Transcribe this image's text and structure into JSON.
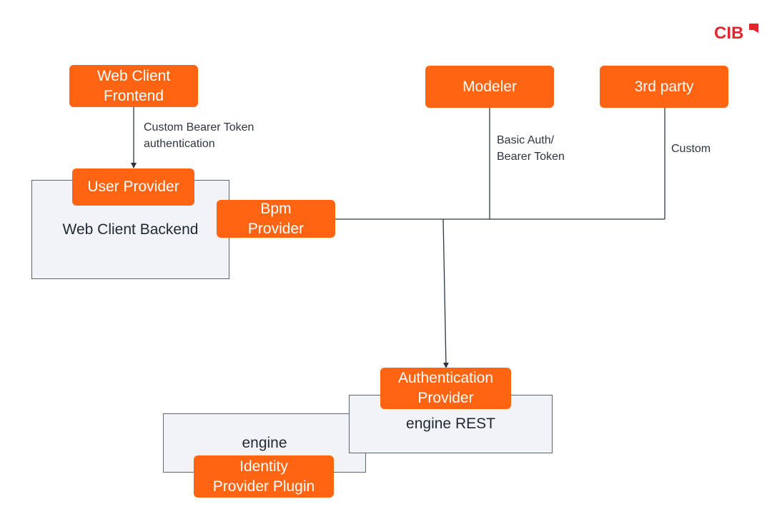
{
  "logo": {
    "text": "CIB"
  },
  "nodes": {
    "web_client_frontend": "Web Client\nFrontend",
    "modeler": "Modeler",
    "third_party": "3rd party",
    "user_provider": "User Provider",
    "bpm_provider": "Bpm\nProvider",
    "authentication_provider": "Authentication\nProvider",
    "identity_provider_plugin": "Identity\nProvider Plugin"
  },
  "containers": {
    "web_client_backend": "Web Client Backend",
    "engine": "engine",
    "engine_rest": "engine REST"
  },
  "edge_labels": {
    "custom_bearer": "Custom Bearer Token\nauthentication",
    "basic_auth": "Basic Auth/\nBearer Token",
    "custom": "Custom"
  },
  "colors": {
    "accent": "#ff6412",
    "container_fill": "#f1f3f6",
    "line": "#2d3540",
    "logo": "#e3262e"
  }
}
